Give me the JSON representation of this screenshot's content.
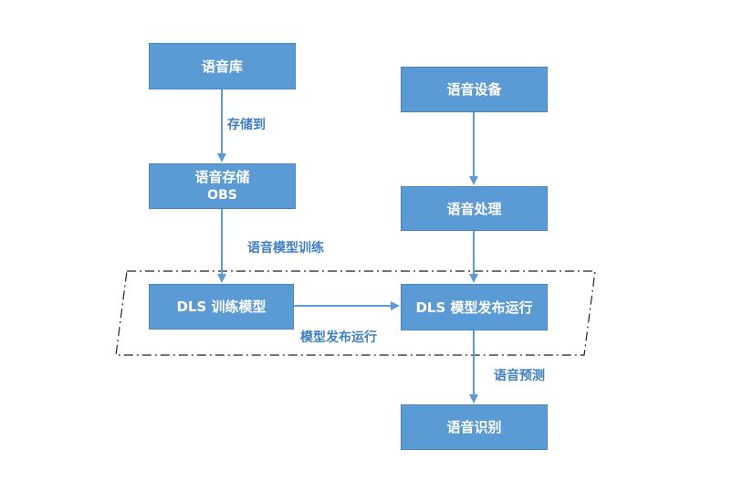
{
  "nodes": {
    "speech_library": "语音库",
    "speech_storage": "语音存储",
    "speech_storage_sub": "OBS",
    "dls_train": "DLS 训练模型",
    "speech_device": "语音设备",
    "speech_processing": "语音处理",
    "dls_deploy": "DLS 模型发布运行",
    "speech_recognition": "语音识别"
  },
  "edges": {
    "store_to": "存储到",
    "speech_model_training": "语音模型训练",
    "model_deploy_run": "模型发布运行",
    "speech_prediction": "语音预测"
  },
  "colors": {
    "node_fill": "#5b9bd5",
    "node_text": "#ffffff",
    "arrow": "#5b9bd5",
    "edge_label": "#3f7fc4",
    "boundary": "#222222"
  }
}
